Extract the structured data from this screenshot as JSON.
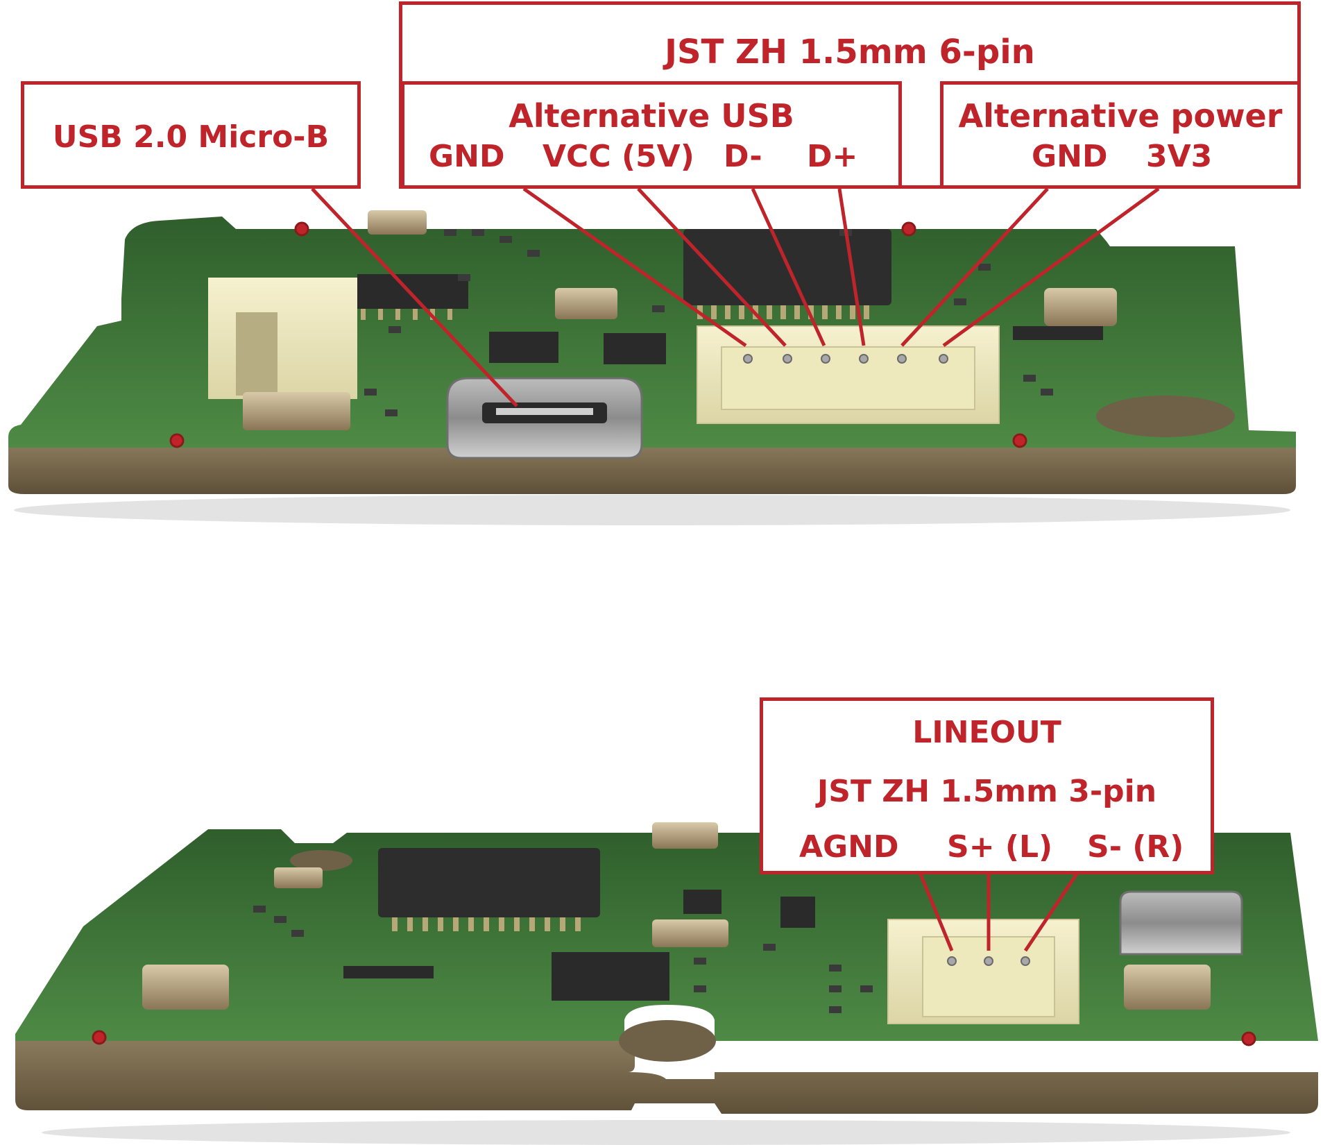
{
  "top": {
    "usb_micro_label": "USB 2.0 Micro-B",
    "jst6_label": "JST ZH 1.5mm 6-pin",
    "alt_usb": {
      "title": "Alternative USB",
      "pins": [
        "GND",
        "VCC (5V)",
        "D-",
        "D+"
      ]
    },
    "alt_power": {
      "title": "Alternative power",
      "pins": [
        "GND",
        "3V3"
      ]
    }
  },
  "bottom": {
    "lineout": {
      "title": "LINEOUT",
      "connector": "JST ZH 1.5mm 3-pin",
      "pins": [
        "AGND",
        "S+ (L)",
        "S- (R)"
      ]
    }
  },
  "colors": {
    "accent": "#c0242b",
    "pcb_green": "#3f7a3c",
    "pcb_edge": "#7a6a4e",
    "connector_cream": "#f0ebc0"
  }
}
